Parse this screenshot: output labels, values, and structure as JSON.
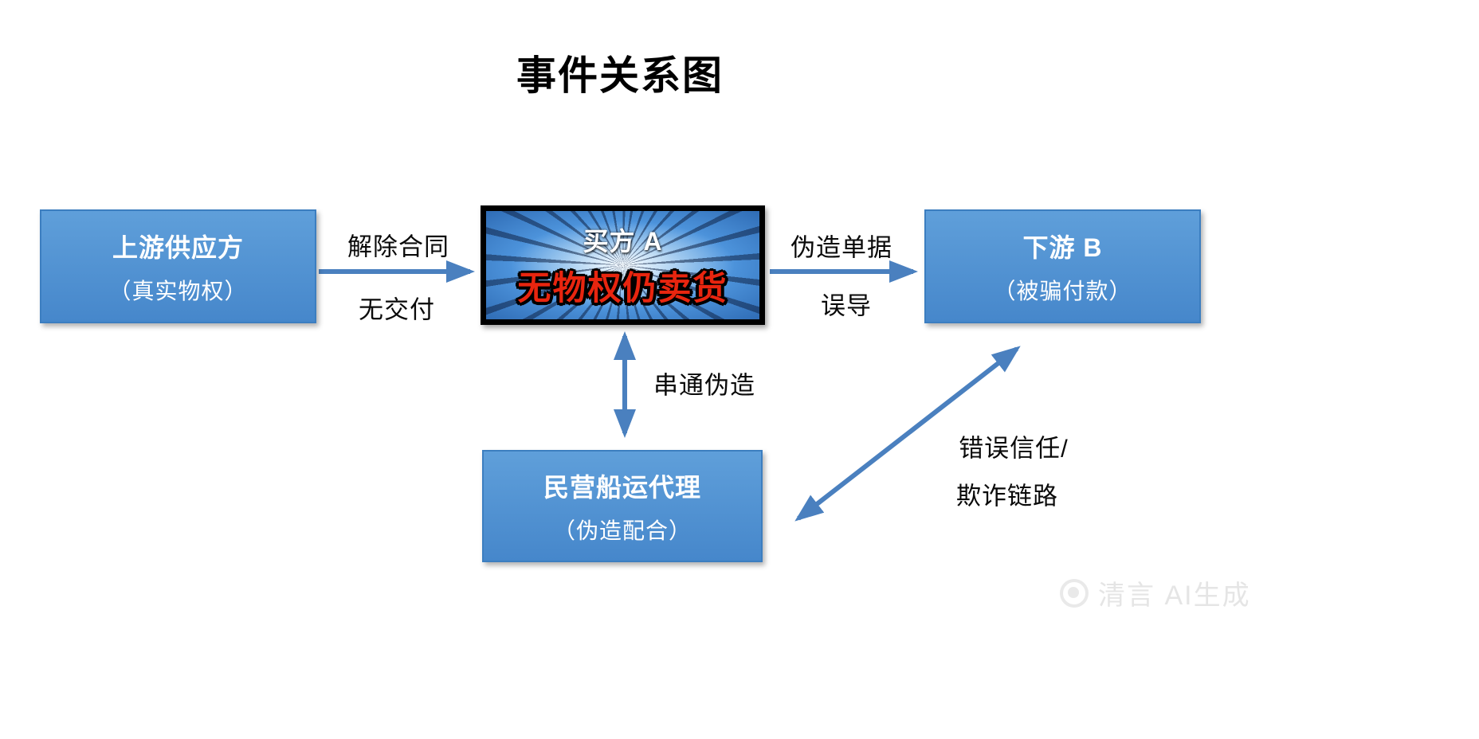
{
  "title": "事件关系图",
  "nodes": {
    "supplier": {
      "title": "上游供应方",
      "subtitle": "（真实物权）"
    },
    "buyer": {
      "title": "买方 A",
      "highlight": "无物权仍卖货"
    },
    "downstream": {
      "title": "下游 B",
      "subtitle": "（被骗付款）"
    },
    "agent": {
      "title": "民营船运代理",
      "subtitle": "（伪造配合）"
    }
  },
  "edges": {
    "supplier_to_buyer": {
      "label_top": "解除合同",
      "label_bottom": "无交付"
    },
    "buyer_to_downstream": {
      "label_top": "伪造单据",
      "label_bottom": "误导"
    },
    "buyer_to_agent": {
      "label": "串通伪造"
    },
    "agent_to_downstream": {
      "label_line1": "错误信任/",
      "label_line2": "欺诈链路"
    }
  },
  "watermark": {
    "text": "清言 AI生成"
  },
  "colors": {
    "arrow": "#4a80bf",
    "node_fill": "#4e93d6",
    "node_border": "#3c7ec0",
    "highlight_text": "#e8250f"
  }
}
